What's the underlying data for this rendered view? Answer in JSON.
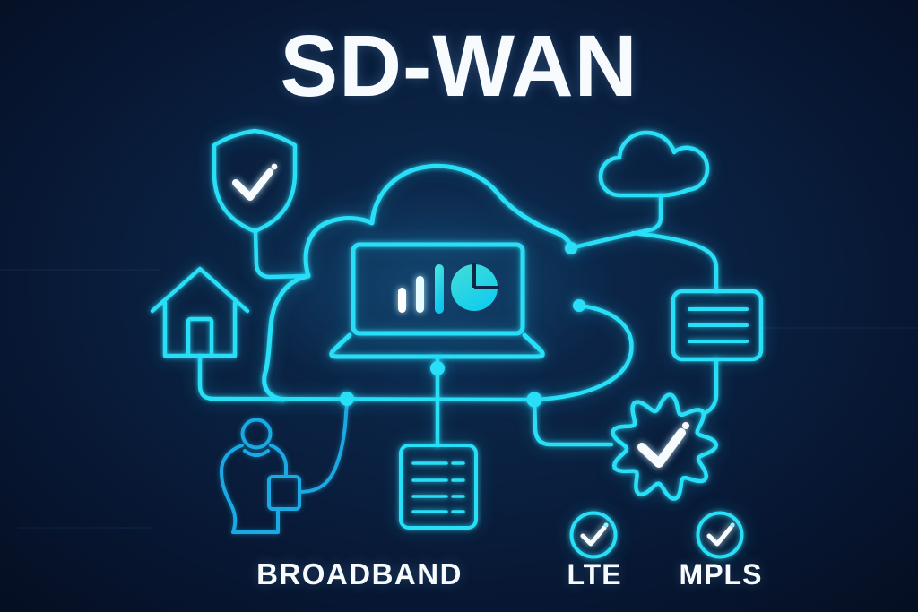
{
  "title": "SD-WAN",
  "labels": {
    "broadband": "BROADBAND",
    "lte": "LTE",
    "mpls": "MPLS"
  },
  "colors": {
    "background_edge": "#040c1b",
    "background_center": "#0e2c50",
    "line_cyan": "#29dff7",
    "line_blue": "#1aa9e2",
    "teal_fill_light": "#52e6df",
    "teal_fill_deep": "#0cc6ec",
    "white": "#f7fbfe"
  },
  "icons": [
    "shield-check-icon",
    "home-icon",
    "small-cloud-icon",
    "main-cloud-icon",
    "laptop-icon",
    "bar-chart-icon",
    "pie-chart-icon",
    "document-icon",
    "message-icon",
    "user-device-icon",
    "gear-check-icon",
    "lte-check-circle-icon",
    "mpls-check-circle-icon"
  ]
}
